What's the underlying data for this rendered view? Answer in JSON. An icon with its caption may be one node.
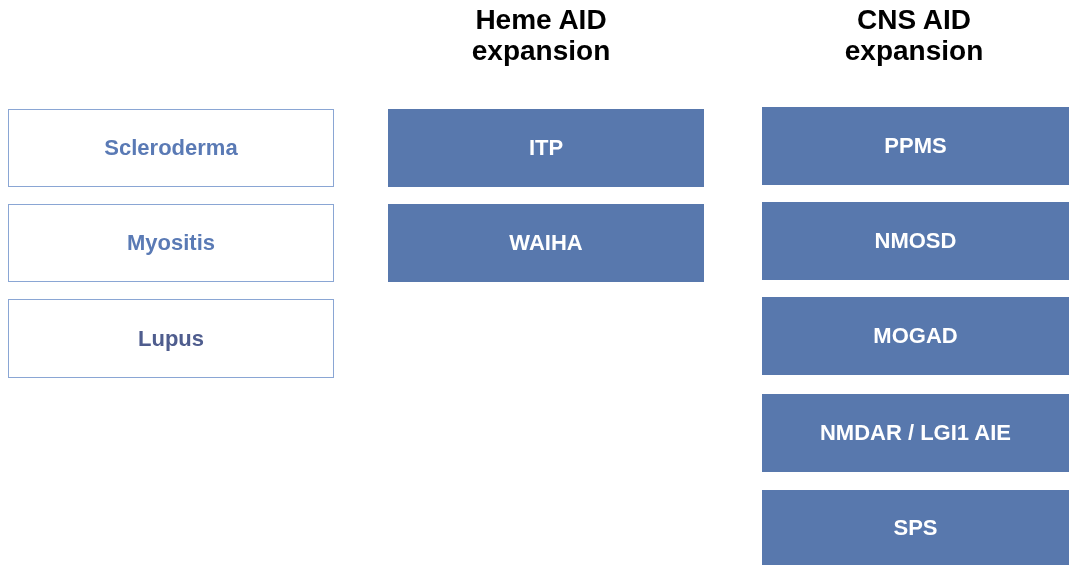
{
  "diagram": {
    "nodes": [
      {
        "text": [
          "Scleroderma"
        ]
      },
      {
        "text": [
          "Myositis"
        ]
      },
      {
        "text": [
          "Lupus"
        ]
      },
      {
        "text": [
          "ITP"
        ]
      },
      {
        "text": [
          "WAIHA"
        ]
      },
      {
        "text": [
          "PPMS"
        ]
      },
      {
        "text": [
          "NMOSD"
        ]
      },
      {
        "text": [
          "MOGAD"
        ]
      },
      {
        "text": [
          "NMDAR / LGI1 AIE"
        ]
      },
      {
        "text": [
          "SPS"
        ]
      }
    ],
    "labels": [
      "Heme AID expansion",
      "CNS AID expansion"
    ]
  }
}
